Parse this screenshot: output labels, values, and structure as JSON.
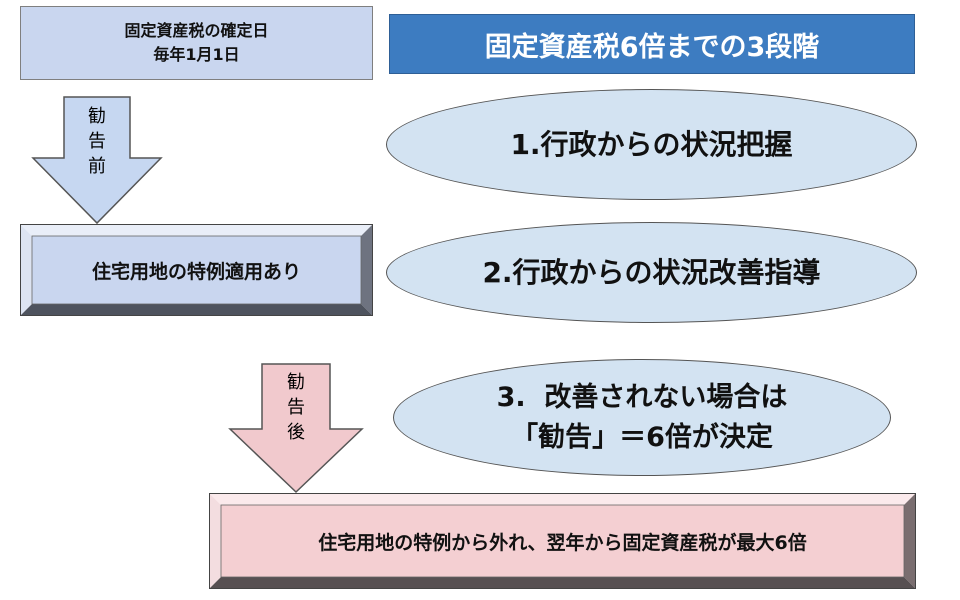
{
  "date_box": {
    "line1": "固定資産税の確定日",
    "line2": "毎年1月1日"
  },
  "title": "固定資産税6倍までの3段階",
  "arrow_before": {
    "chars": [
      "勧",
      "告",
      "前"
    ],
    "color": "#c6d7f1"
  },
  "arrow_after": {
    "chars": [
      "勧",
      "告",
      "後"
    ],
    "color": "#f1c9cd"
  },
  "box_special": {
    "label": "住宅用地の特例適用あり",
    "color": "#c9d6ef"
  },
  "box_result": {
    "label": "住宅用地の特例から外れ、翌年から固定資産税が最大6倍",
    "color": "#f4cfd2"
  },
  "steps": [
    {
      "line1": "1.行政からの状況把握",
      "line2": ""
    },
    {
      "line1": "2.行政からの状況改善指導",
      "line2": ""
    },
    {
      "line1": "3.  改善されない場合は",
      "line2": "「勧告」＝6倍が決定"
    }
  ],
  "colors": {
    "title_bg": "#3d7cc1",
    "step_bg": "#d3e3f2"
  }
}
